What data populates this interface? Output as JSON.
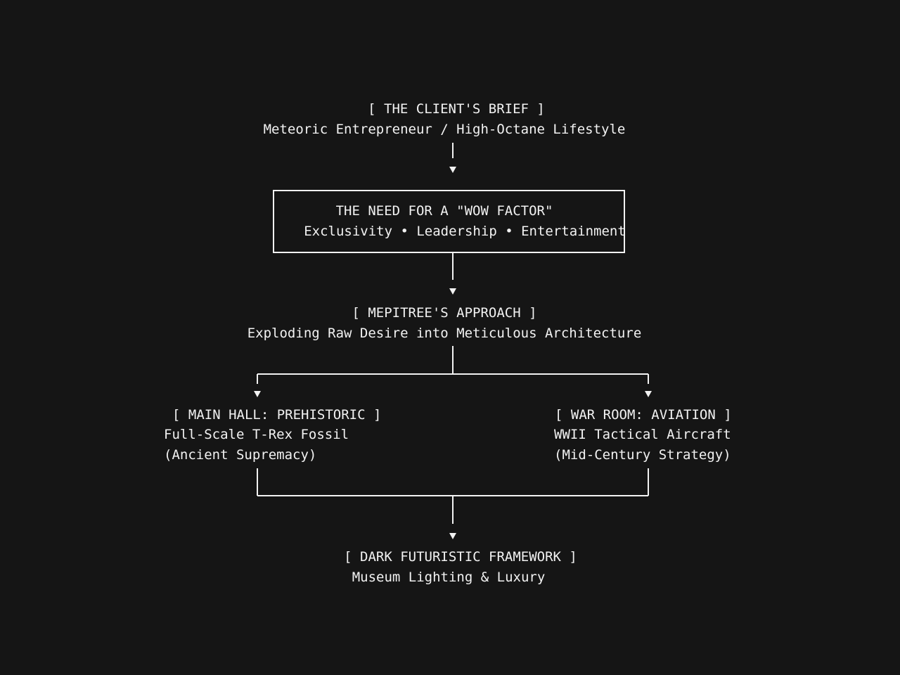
{
  "diagram": {
    "client_brief": {
      "title": "[ THE CLIENT'S BRIEF ]",
      "subtitle": "Meteoric Entrepreneur / High-Octane Lifestyle"
    },
    "wow_factor": {
      "title": "THE NEED FOR A \"WOW FACTOR\"",
      "subtitle": "Exclusivity • Leadership • Entertainment"
    },
    "approach": {
      "title": "[ MEPITREE'S APPROACH ]",
      "subtitle": "Exploding Raw Desire into Meticulous Architecture"
    },
    "main_hall": {
      "title": "[ MAIN HALL: PREHISTORIC ]",
      "line1": "Full-Scale T-Rex Fossil",
      "line2": "(Ancient Supremacy)"
    },
    "war_room": {
      "title": "[ WAR ROOM: AVIATION ]",
      "line1": "WWII Tactical Aircraft",
      "line2": "(Mid-Century Strategy)"
    },
    "framework": {
      "title": "[ DARK FUTURISTIC FRAMEWORK ]",
      "subtitle": "Museum Lighting & Luxury"
    }
  },
  "colors": {
    "background": "#151515",
    "foreground": "#f2f2f2"
  }
}
